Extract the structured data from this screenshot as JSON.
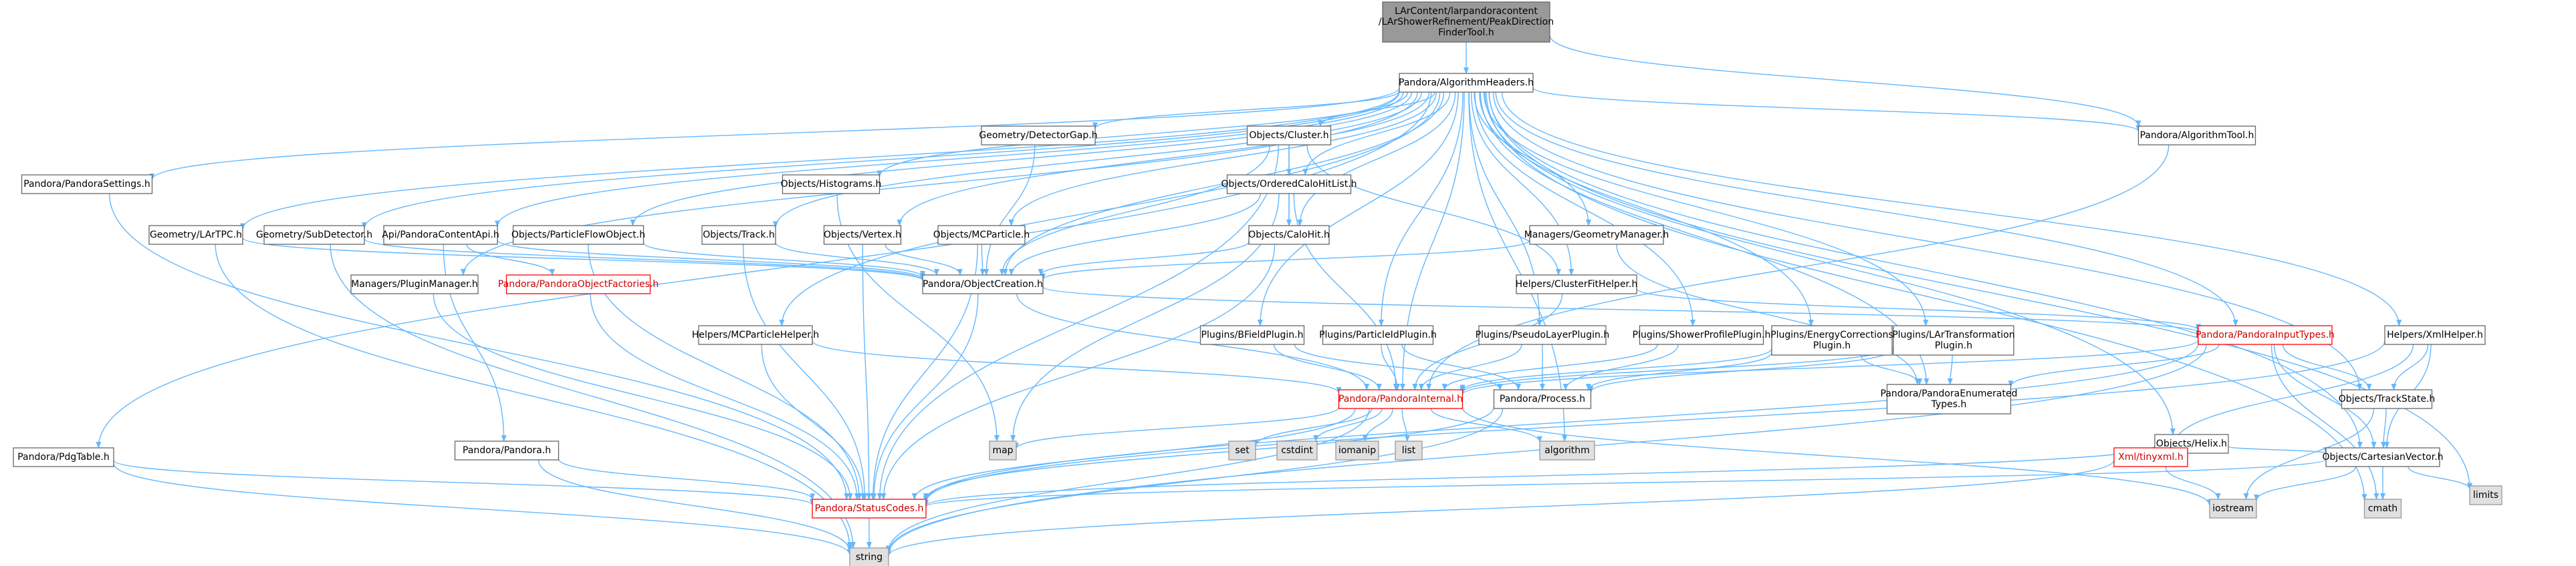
{
  "colors": {
    "edge": "#63b8ff",
    "arrow": "#63b8ff",
    "node_fill": "#ffffff",
    "node_stroke": "#666666",
    "node_text": "#000000",
    "root_fill": "#999999",
    "root_text": "#000000",
    "broken_stroke": "#ff0000",
    "broken_text": "#cc0000",
    "system_fill": "#e0e0e0",
    "system_stroke": "#999999"
  },
  "nodes": [
    {
      "id": "root",
      "lines": [
        "LArContent/larpandoracontent",
        "/LArShowerRefinement/PeakDirection",
        "FinderTool.h"
      ],
      "kind": "root"
    },
    {
      "id": "ah",
      "lines": [
        "Pandora/AlgorithmHeaders.h"
      ],
      "kind": "normal"
    },
    {
      "id": "at",
      "lines": [
        "Pandora/AlgorithmTool.h"
      ],
      "kind": "normal"
    },
    {
      "id": "ps",
      "lines": [
        "Pandora/PandoraSettings.h"
      ],
      "kind": "normal"
    },
    {
      "id": "dg",
      "lines": [
        "Geometry/DetectorGap.h"
      ],
      "kind": "normal"
    },
    {
      "id": "cl",
      "lines": [
        "Objects/Cluster.h"
      ],
      "kind": "normal"
    },
    {
      "id": "hi",
      "lines": [
        "Objects/Histograms.h"
      ],
      "kind": "normal"
    },
    {
      "id": "ochl",
      "lines": [
        "Objects/OrderedCaloHitList.h"
      ],
      "kind": "normal"
    },
    {
      "id": "ltpc",
      "lines": [
        "Geometry/LArTPC.h"
      ],
      "kind": "normal"
    },
    {
      "id": "sd",
      "lines": [
        "Geometry/SubDetector.h"
      ],
      "kind": "normal"
    },
    {
      "id": "api",
      "lines": [
        "Api/PandoraContentApi.h"
      ],
      "kind": "normal"
    },
    {
      "id": "pfo",
      "lines": [
        "Objects/ParticleFlowObject.h"
      ],
      "kind": "normal"
    },
    {
      "id": "tr",
      "lines": [
        "Objects/Track.h"
      ],
      "kind": "normal"
    },
    {
      "id": "vx",
      "lines": [
        "Objects/Vertex.h"
      ],
      "kind": "normal"
    },
    {
      "id": "mcp",
      "lines": [
        "Objects/MCParticle.h"
      ],
      "kind": "normal"
    },
    {
      "id": "ch",
      "lines": [
        "Objects/CaloHit.h"
      ],
      "kind": "normal"
    },
    {
      "id": "gm",
      "lines": [
        "Managers/GeometryManager.h"
      ],
      "kind": "normal"
    },
    {
      "id": "pm",
      "lines": [
        "Managers/PluginManager.h"
      ],
      "kind": "normal"
    },
    {
      "id": "pof",
      "lines": [
        "Pandora/PandoraObjectFactories.h"
      ],
      "kind": "broken"
    },
    {
      "id": "oc",
      "lines": [
        "Pandora/ObjectCreation.h"
      ],
      "kind": "normal"
    },
    {
      "id": "cfh",
      "lines": [
        "Helpers/ClusterFitHelper.h"
      ],
      "kind": "normal"
    },
    {
      "id": "pit",
      "lines": [
        "Pandora/PandoraInputTypes.h"
      ],
      "kind": "broken"
    },
    {
      "id": "xh",
      "lines": [
        "Helpers/XmlHelper.h"
      ],
      "kind": "normal"
    },
    {
      "id": "mch",
      "lines": [
        "Helpers/MCParticleHelper.h"
      ],
      "kind": "normal"
    },
    {
      "id": "bf",
      "lines": [
        "Plugins/BFieldPlugin.h"
      ],
      "kind": "normal"
    },
    {
      "id": "pid",
      "lines": [
        "Plugins/ParticleIdPlugin.h"
      ],
      "kind": "normal"
    },
    {
      "id": "pl",
      "lines": [
        "Plugins/PseudoLayerPlugin.h"
      ],
      "kind": "normal"
    },
    {
      "id": "sp",
      "lines": [
        "Plugins/ShowerProfilePlugin.h"
      ],
      "kind": "normal"
    },
    {
      "id": "ec",
      "lines": [
        "Plugins/EnergyCorrections",
        "Plugin.h"
      ],
      "kind": "normal"
    },
    {
      "id": "lt",
      "lines": [
        "Plugins/LArTransformation",
        "Plugin.h"
      ],
      "kind": "normal"
    },
    {
      "id": "pa",
      "lines": [
        "Pandora/Pandora.h"
      ],
      "kind": "normal"
    },
    {
      "id": "pin",
      "lines": [
        "Pandora/PandoraInternal.h"
      ],
      "kind": "broken"
    },
    {
      "id": "pr",
      "lines": [
        "Pandora/Process.h"
      ],
      "kind": "normal"
    },
    {
      "id": "pet",
      "lines": [
        "Pandora/PandoraEnumerated",
        "Types.h"
      ],
      "kind": "normal"
    },
    {
      "id": "he",
      "lines": [
        "Objects/Helix.h"
      ],
      "kind": "normal"
    },
    {
      "id": "ts",
      "lines": [
        "Objects/TrackState.h"
      ],
      "kind": "normal"
    },
    {
      "id": "pdg",
      "lines": [
        "Pandora/PdgTable.h"
      ],
      "kind": "normal"
    },
    {
      "id": "map",
      "lines": [
        "map"
      ],
      "kind": "system"
    },
    {
      "id": "set",
      "lines": [
        "set"
      ],
      "kind": "system"
    },
    {
      "id": "cstdint",
      "lines": [
        "cstdint"
      ],
      "kind": "system"
    },
    {
      "id": "iomanip",
      "lines": [
        "iomanip"
      ],
      "kind": "system"
    },
    {
      "id": "list",
      "lines": [
        "list"
      ],
      "kind": "system"
    },
    {
      "id": "algorithm",
      "lines": [
        "algorithm"
      ],
      "kind": "system"
    },
    {
      "id": "tx",
      "lines": [
        "Xml/tinyxml.h"
      ],
      "kind": "broken"
    },
    {
      "id": "cv",
      "lines": [
        "Objects/CartesianVector.h"
      ],
      "kind": "normal"
    },
    {
      "id": "limits",
      "lines": [
        "limits"
      ],
      "kind": "system"
    },
    {
      "id": "sc",
      "lines": [
        "Pandora/StatusCodes.h"
      ],
      "kind": "broken"
    },
    {
      "id": "iostream",
      "lines": [
        "iostream"
      ],
      "kind": "system"
    },
    {
      "id": "cmath",
      "lines": [
        "cmath"
      ],
      "kind": "system"
    },
    {
      "id": "string",
      "lines": [
        "string"
      ],
      "kind": "system"
    }
  ],
  "edges": [
    [
      "root",
      "ah"
    ],
    [
      "root",
      "at"
    ],
    [
      "ah",
      "at"
    ],
    [
      "ah",
      "ps"
    ],
    [
      "ah",
      "dg"
    ],
    [
      "ah",
      "cl"
    ],
    [
      "ah",
      "hi"
    ],
    [
      "ah",
      "ochl"
    ],
    [
      "ah",
      "ltpc"
    ],
    [
      "ah",
      "sd"
    ],
    [
      "ah",
      "api"
    ],
    [
      "ah",
      "pfo"
    ],
    [
      "ah",
      "tr"
    ],
    [
      "ah",
      "vx"
    ],
    [
      "ah",
      "mcp"
    ],
    [
      "ah",
      "ch"
    ],
    [
      "ah",
      "gm"
    ],
    [
      "ah",
      "pm"
    ],
    [
      "ah",
      "oc"
    ],
    [
      "ah",
      "cfh"
    ],
    [
      "ah",
      "pit"
    ],
    [
      "ah",
      "xh"
    ],
    [
      "ah",
      "mch"
    ],
    [
      "ah",
      "bf"
    ],
    [
      "ah",
      "pid"
    ],
    [
      "ah",
      "pl"
    ],
    [
      "ah",
      "sp"
    ],
    [
      "ah",
      "ec"
    ],
    [
      "ah",
      "lt"
    ],
    [
      "ah",
      "pin"
    ],
    [
      "ah",
      "pet"
    ],
    [
      "ah",
      "he"
    ],
    [
      "ah",
      "ts"
    ],
    [
      "ah",
      "cv"
    ],
    [
      "ah",
      "pdg"
    ],
    [
      "ah",
      "algorithm"
    ],
    [
      "ah",
      "limits"
    ],
    [
      "ah",
      "cmath"
    ],
    [
      "at",
      "pin"
    ],
    [
      "ps",
      "sc"
    ],
    [
      "dg",
      "oc"
    ],
    [
      "cl",
      "oc"
    ],
    [
      "cl",
      "ochl"
    ],
    [
      "cl",
      "ch"
    ],
    [
      "cl",
      "cfh"
    ],
    [
      "cl",
      "sc"
    ],
    [
      "hi",
      "map"
    ],
    [
      "ochl",
      "ch"
    ],
    [
      "ochl",
      "oc"
    ],
    [
      "ochl",
      "pin"
    ],
    [
      "ochl",
      "map"
    ],
    [
      "ltpc",
      "oc"
    ],
    [
      "ltpc",
      "string"
    ],
    [
      "sd",
      "oc"
    ],
    [
      "sd",
      "string"
    ],
    [
      "api",
      "pof"
    ],
    [
      "api",
      "oc"
    ],
    [
      "api",
      "pa"
    ],
    [
      "pfo",
      "oc"
    ],
    [
      "pfo",
      "sc"
    ],
    [
      "tr",
      "oc"
    ],
    [
      "tr",
      "sc"
    ],
    [
      "vx",
      "oc"
    ],
    [
      "vx",
      "sc"
    ],
    [
      "mcp",
      "oc"
    ],
    [
      "mcp",
      "sc"
    ],
    [
      "ch",
      "oc"
    ],
    [
      "ch",
      "sc"
    ],
    [
      "gm",
      "oc"
    ],
    [
      "gm",
      "pet"
    ],
    [
      "pm",
      "sc"
    ],
    [
      "pof",
      "sc"
    ],
    [
      "oc",
      "pit"
    ],
    [
      "oc",
      "pin"
    ],
    [
      "oc",
      "sc"
    ],
    [
      "cfh",
      "pin"
    ],
    [
      "cfh",
      "pit"
    ],
    [
      "pit",
      "pin"
    ],
    [
      "pit",
      "pet"
    ],
    [
      "pit",
      "sc"
    ],
    [
      "pit",
      "ts"
    ],
    [
      "pit",
      "cv"
    ],
    [
      "pit",
      "string"
    ],
    [
      "pit",
      "cmath"
    ],
    [
      "xh",
      "tx"
    ],
    [
      "xh",
      "ts"
    ],
    [
      "xh",
      "cv"
    ],
    [
      "xh",
      "sc"
    ],
    [
      "mch",
      "pin"
    ],
    [
      "mch",
      "sc"
    ],
    [
      "bf",
      "pin"
    ],
    [
      "bf",
      "pr"
    ],
    [
      "pid",
      "pin"
    ],
    [
      "pid",
      "pr"
    ],
    [
      "pl",
      "pin"
    ],
    [
      "pl",
      "pr"
    ],
    [
      "sp",
      "pin"
    ],
    [
      "sp",
      "pr"
    ],
    [
      "ec",
      "pin"
    ],
    [
      "ec",
      "pr"
    ],
    [
      "ec",
      "pet"
    ],
    [
      "lt",
      "pin"
    ],
    [
      "lt",
      "pr"
    ],
    [
      "lt",
      "pet"
    ],
    [
      "pa",
      "sc"
    ],
    [
      "pa",
      "string"
    ],
    [
      "pin",
      "map"
    ],
    [
      "pin",
      "set"
    ],
    [
      "pin",
      "cstdint"
    ],
    [
      "pin",
      "iomanip"
    ],
    [
      "pin",
      "list"
    ],
    [
      "pin",
      "algorithm"
    ],
    [
      "pin",
      "string"
    ],
    [
      "pin",
      "sc"
    ],
    [
      "pin",
      "iostream"
    ],
    [
      "pr",
      "sc"
    ],
    [
      "pr",
      "string"
    ],
    [
      "he",
      "cv"
    ],
    [
      "he",
      "sc"
    ],
    [
      "ts",
      "cv"
    ],
    [
      "ts",
      "iostream"
    ],
    [
      "cv",
      "sc"
    ],
    [
      "cv",
      "iostream"
    ],
    [
      "cv",
      "cmath"
    ],
    [
      "cv",
      "limits"
    ],
    [
      "tx",
      "iostream"
    ],
    [
      "tx",
      "string"
    ],
    [
      "pdg",
      "sc"
    ],
    [
      "pdg",
      "string"
    ],
    [
      "sc",
      "string"
    ]
  ]
}
